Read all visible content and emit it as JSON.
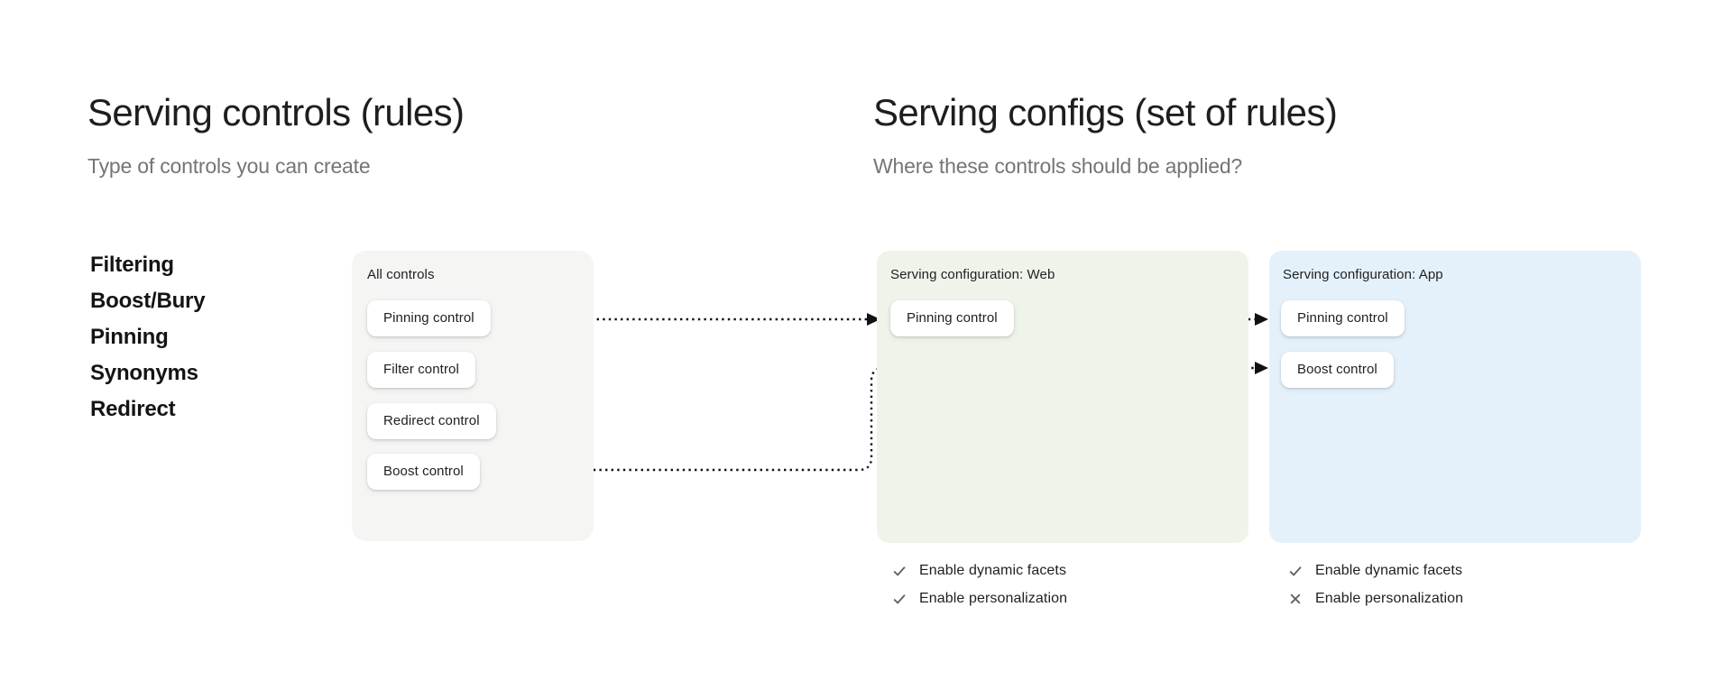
{
  "left_panel": {
    "title": "Serving controls (rules)",
    "subtitle": "Type of controls you can create",
    "control_types": [
      "Filtering",
      "Boost/Bury",
      "Pinning",
      "Synonyms",
      "Redirect"
    ],
    "all_controls_card": {
      "title": "All controls",
      "controls": [
        "Pinning control",
        "Filter control",
        "Redirect control",
        "Boost control"
      ]
    }
  },
  "right_panel": {
    "title": "Serving configs (set of rules)",
    "subtitle": "Where these controls should be applied?",
    "configs": [
      {
        "title": "Serving configuration: Web",
        "controls": [
          "Pinning control"
        ],
        "settings": [
          {
            "label": "Enable dynamic facets",
            "icon": "check-icon",
            "enabled": true
          },
          {
            "label": "Enable personalization",
            "icon": "check-icon",
            "enabled": true
          }
        ]
      },
      {
        "title": "Serving configuration: App",
        "controls": [
          "Pinning control",
          "Boost control"
        ],
        "settings": [
          {
            "label": "Enable dynamic facets",
            "icon": "check-icon",
            "enabled": true
          },
          {
            "label": "Enable personalization",
            "icon": "x-icon",
            "enabled": false
          }
        ]
      }
    ]
  },
  "connections": [
    {
      "from": "All controls / Pinning control",
      "to": "Serving configuration: Web / Pinning control",
      "style": "dotted-arrow"
    },
    {
      "from": "Serving configuration: Web / Pinning control",
      "to": "Serving configuration: App / Pinning control",
      "style": "dotted-arrow"
    },
    {
      "from": "All controls / Boost control",
      "to": "Serving configuration: App / Boost control",
      "style": "dotted-arrow"
    }
  ],
  "colors": {
    "background": "#ffffff",
    "heading": "#1e1e1e",
    "subtitle_gray": "#757575",
    "all_controls_card_bg": "#f5f5f4",
    "web_card_bg": "#eef4e9",
    "app_card_bg": "#e4f1fb",
    "pill_bg": "#ffffff",
    "icon_gray": "#5f6368",
    "arrow": "#111111"
  }
}
